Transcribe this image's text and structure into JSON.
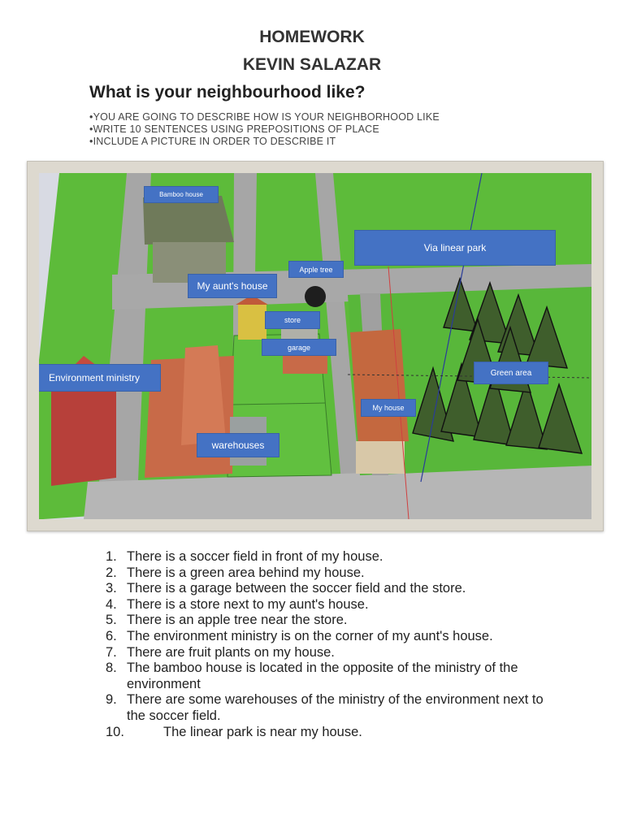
{
  "header": {
    "title": "HOMEWORK",
    "author": "KEVIN SALAZAR",
    "question": "What is your neighbourhood like?",
    "instructions": [
      "•YOU ARE GOING TO DESCRIBE HOW IS YOUR NEIGHBORHOOD LIKE",
      "•WRITE 10 SENTENCES USING PREPOSITIONS OF PLACE",
      "•INCLUDE A PICTURE IN ORDER TO DESCRIBE IT"
    ]
  },
  "picture": {
    "labels": {
      "bamboo_house": "Bamboo house",
      "via_linear_park": "Via linear park",
      "apple_tree": "Apple tree",
      "aunts_house": "My aunt's house",
      "store": "store",
      "garage": "garage",
      "environment_ministry": "Environment ministry",
      "green_area": "Green area",
      "my_house": "My house",
      "warehouses": "warehouses"
    },
    "colors": {
      "label_blue": "#4472c4",
      "grass": "#5dbb3a",
      "road": "#a6a6a6",
      "roof_terracotta": "#c86a48"
    }
  },
  "sentences": [
    {
      "n": "1.",
      "text": "There is a soccer field in front of my house."
    },
    {
      "n": "2.",
      "text": "There is a green area behind my house."
    },
    {
      "n": "3.",
      "text": "There is a garage between the soccer field and the store."
    },
    {
      "n": "4.",
      "text": "There is a store next to my aunt's house."
    },
    {
      "n": "5.",
      "text": "There is an apple tree near the store."
    },
    {
      "n": "6.",
      "text": "The environment ministry is on the corner of my aunt's house."
    },
    {
      "n": "7.",
      "text": "There are fruit plants on my house."
    },
    {
      "n": "8.",
      "text": "The bamboo house is located in the opposite of the ministry of the environment"
    },
    {
      "n": "9.",
      "text": "There are some warehouses of the ministry of the environment next to the soccer field."
    },
    {
      "n": "10.",
      "text": "The linear park is near my house."
    }
  ]
}
